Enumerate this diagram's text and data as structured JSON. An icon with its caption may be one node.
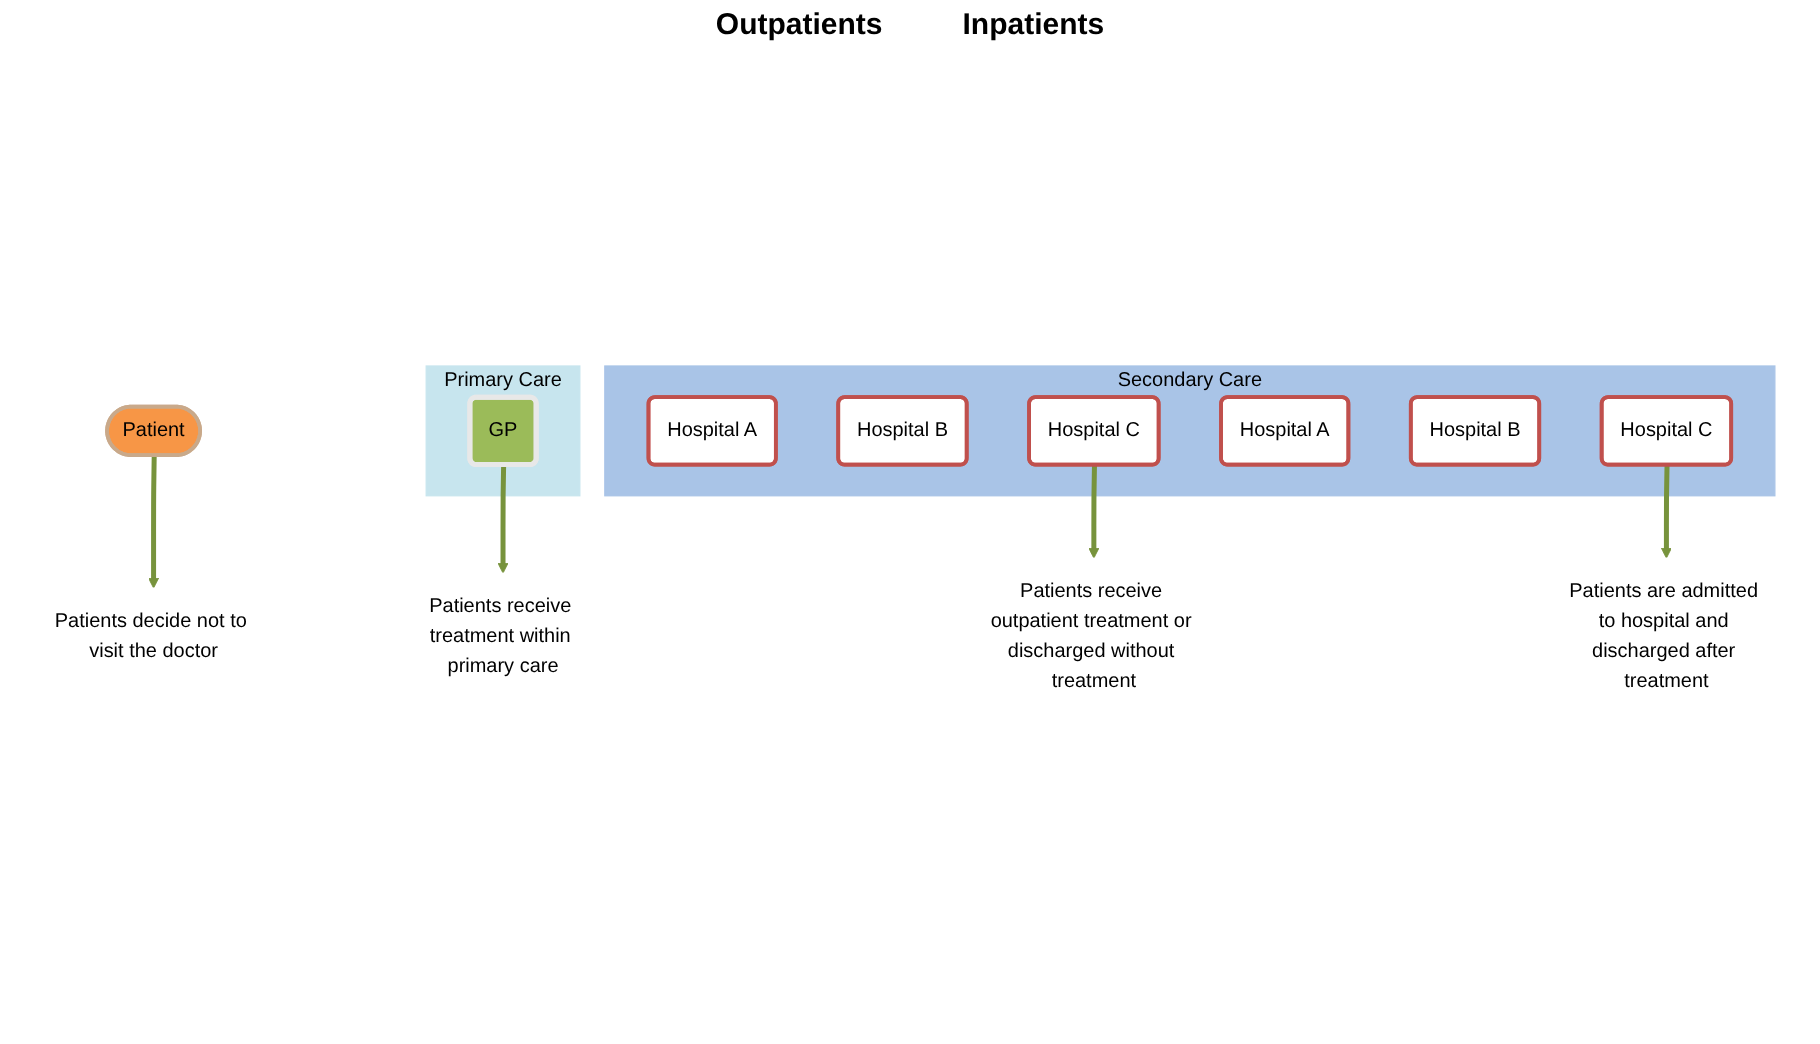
{
  "diagram": {
    "nodes": [
      {
        "text": [
          "Patient"
        ]
      },
      {
        "text": [
          "Primary Care"
        ]
      },
      {
        "text": [
          "GP"
        ],
        "in": 1
      },
      {
        "text": [
          "Secondary Care"
        ]
      },
      {
        "text": [
          "Hospital A"
        ],
        "in": 3
      },
      {
        "text": [
          "Hospital B"
        ],
        "in": 3
      },
      {
        "text": [
          "Hospital C"
        ],
        "in": 3
      },
      {
        "text": [
          "Hospital A"
        ],
        "in": 3
      },
      {
        "text": [
          "Hospital B"
        ],
        "in": 3
      },
      {
        "text": [
          "Hospital C"
        ],
        "in": 3
      },
      {
        "text": [
          "Patients decide not to visit the doctor"
        ]
      },
      {
        "text": [
          "Patients receive treatment within primary care"
        ]
      },
      {
        "text": [
          "Patients receive outpatient treatment or discharged without treatment"
        ]
      },
      {
        "text": [
          "Patients are admitted to hospital and discharged after treatment"
        ]
      }
    ],
    "edges": [
      {
        "from": 0,
        "to": 10,
        "arrow": "to"
      },
      {
        "from": 2,
        "to": 11,
        "arrow": "to"
      },
      {
        "from": 6,
        "to": 12,
        "arrow": "to"
      },
      {
        "from": 9,
        "to": 13,
        "arrow": "to"
      }
    ],
    "labels": [
      "Outpatients",
      "Inpatients"
    ]
  }
}
